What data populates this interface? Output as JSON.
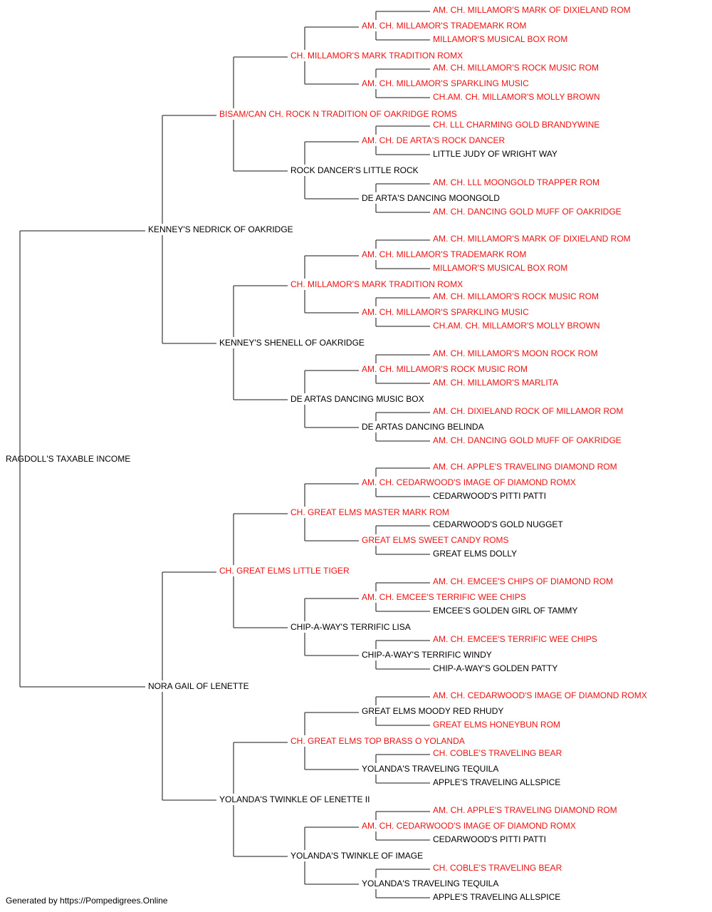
{
  "pedigree": {
    "name": "RAGDOLL'S TAXABLE INCOME",
    "red": false,
    "sire": {
      "name": "KENNEY'S NEDRICK OF OAKRIDGE",
      "red": false,
      "sire": {
        "name": "BISAM/CAN CH. ROCK N TRADITION OF OAKRIDGE ROMS",
        "red": true,
        "sire": {
          "name": "CH. MILLAMOR'S MARK TRADITION ROMX",
          "red": true,
          "sire": {
            "name": "AM. CH. MILLAMOR'S TRADEMARK ROM",
            "red": true,
            "sire": {
              "name": "AM. CH. MILLAMOR'S MARK OF DIXIELAND ROM",
              "red": true
            },
            "dam": {
              "name": "MILLAMOR'S MUSICAL BOX ROM",
              "red": true
            }
          },
          "dam": {
            "name": "AM. CH. MILLAMOR'S SPARKLING MUSIC",
            "red": true,
            "sire": {
              "name": "AM. CH. MILLAMOR'S ROCK MUSIC ROM",
              "red": true
            },
            "dam": {
              "name": "CH.AM. CH. MILLAMOR'S MOLLY BROWN",
              "red": true
            }
          }
        },
        "dam": {
          "name": "ROCK DANCER'S LITTLE ROCK",
          "red": false,
          "sire": {
            "name": "AM. CH. DE ARTA'S ROCK DANCER",
            "red": true,
            "sire": {
              "name": "CH. LLL CHARMING GOLD BRANDYWINE",
              "red": true
            },
            "dam": {
              "name": "LITTLE JUDY OF WRIGHT WAY",
              "red": false
            }
          },
          "dam": {
            "name": "DE ARTA'S DANCING MOONGOLD",
            "red": false,
            "sire": {
              "name": "AM. CH. LLL MOONGOLD TRAPPER ROM",
              "red": true
            },
            "dam": {
              "name": "AM. CH. DANCING GOLD MUFF OF OAKRIDGE",
              "red": true
            }
          }
        }
      },
      "dam": {
        "name": "KENNEY'S SHENELL OF OAKRIDGE",
        "red": false,
        "sire": {
          "name": "CH. MILLAMOR'S MARK TRADITION ROMX",
          "red": true,
          "sire": {
            "name": "AM. CH. MILLAMOR'S TRADEMARK ROM",
            "red": true,
            "sire": {
              "name": "AM. CH. MILLAMOR'S MARK OF DIXIELAND ROM",
              "red": true
            },
            "dam": {
              "name": "MILLAMOR'S MUSICAL BOX ROM",
              "red": true
            }
          },
          "dam": {
            "name": "AM. CH. MILLAMOR'S SPARKLING MUSIC",
            "red": true,
            "sire": {
              "name": "AM. CH. MILLAMOR'S ROCK MUSIC ROM",
              "red": true
            },
            "dam": {
              "name": "CH.AM. CH. MILLAMOR'S MOLLY BROWN",
              "red": true
            }
          }
        },
        "dam": {
          "name": "DE ARTAS DANCING MUSIC BOX",
          "red": false,
          "sire": {
            "name": "AM. CH. MILLAMOR'S ROCK MUSIC ROM",
            "red": true,
            "sire": {
              "name": "AM. CH. MILLAMOR'S MOON ROCK ROM",
              "red": true
            },
            "dam": {
              "name": "AM. CH. MILLAMOR'S MARLITA",
              "red": true
            }
          },
          "dam": {
            "name": "DE ARTAS DANCING BELINDA",
            "red": false,
            "sire": {
              "name": "AM. CH. DIXIELAND ROCK OF MILLAMOR ROM",
              "red": true
            },
            "dam": {
              "name": "AM. CH. DANCING GOLD MUFF OF OAKRIDGE",
              "red": true
            }
          }
        }
      }
    },
    "dam": {
      "name": "NORA GAIL OF LENETTE",
      "red": false,
      "sire": {
        "name": "CH. GREAT ELMS LITTLE TIGER",
        "red": true,
        "sire": {
          "name": "CH. GREAT ELMS MASTER MARK ROM",
          "red": true,
          "sire": {
            "name": "AM. CH. CEDARWOOD'S IMAGE OF DIAMOND ROMX",
            "red": true,
            "sire": {
              "name": "AM. CH. APPLE'S TRAVELING DIAMOND ROM",
              "red": true
            },
            "dam": {
              "name": "CEDARWOOD'S PITTI PATTI",
              "red": false
            }
          },
          "dam": {
            "name": "GREAT ELMS SWEET CANDY ROMS",
            "red": true,
            "sire": {
              "name": "CEDARWOOD'S GOLD NUGGET",
              "red": false
            },
            "dam": {
              "name": "GREAT ELMS DOLLY",
              "red": false
            }
          }
        },
        "dam": {
          "name": "CHIP-A-WAY'S TERRIFIC LISA",
          "red": false,
          "sire": {
            "name": "AM. CH. EMCEE'S TERRIFIC WEE CHIPS",
            "red": true,
            "sire": {
              "name": "AM. CH. EMCEE'S CHIPS OF DIAMOND ROM",
              "red": true
            },
            "dam": {
              "name": "EMCEE'S GOLDEN GIRL OF TAMMY",
              "red": false
            }
          },
          "dam": {
            "name": "CHIP-A-WAY'S TERRIFIC WINDY",
            "red": false,
            "sire": {
              "name": "AM. CH. EMCEE'S TERRIFIC WEE CHIPS",
              "red": true
            },
            "dam": {
              "name": "CHIP-A-WAY'S GOLDEN PATTY",
              "red": false
            }
          }
        }
      },
      "dam": {
        "name": "YOLANDA'S TWINKLE OF LENETTE II",
        "red": false,
        "sire": {
          "name": "CH. GREAT ELMS TOP BRASS O YOLANDA",
          "red": true,
          "sire": {
            "name": "GREAT ELMS MOODY RED RHUDY",
            "red": false,
            "sire": {
              "name": "AM. CH. CEDARWOOD'S IMAGE OF DIAMOND ROMX",
              "red": true
            },
            "dam": {
              "name": "GREAT ELMS HONEYBUN ROM",
              "red": true
            }
          },
          "dam": {
            "name": "YOLANDA'S TRAVELING TEQUILA",
            "red": false,
            "sire": {
              "name": "CH. COBLE'S TRAVELING BEAR",
              "red": true
            },
            "dam": {
              "name": "APPLE'S TRAVELING ALLSPICE",
              "red": false
            }
          }
        },
        "dam": {
          "name": "YOLANDA'S TWINKLE OF IMAGE",
          "red": false,
          "sire": {
            "name": "AM. CH. CEDARWOOD'S IMAGE OF DIAMOND ROMX",
            "red": true,
            "sire": {
              "name": "AM. CH. APPLE'S TRAVELING DIAMOND ROM",
              "red": true
            },
            "dam": {
              "name": "CEDARWOOD'S PITTI PATTI",
              "red": false
            }
          },
          "dam": {
            "name": "YOLANDA'S TRAVELING TEQUILA",
            "red": false,
            "sire": {
              "name": "CH. COBLE'S TRAVELING BEAR",
              "red": true
            },
            "dam": {
              "name": "APPLE'S TRAVELING ALLSPICE",
              "red": false
            }
          }
        }
      }
    }
  },
  "footer": "Generated by https://Pompedigrees.Online",
  "colors": {
    "titled": "#ee1111",
    "untitled": "#000000",
    "lines": "#444444"
  }
}
